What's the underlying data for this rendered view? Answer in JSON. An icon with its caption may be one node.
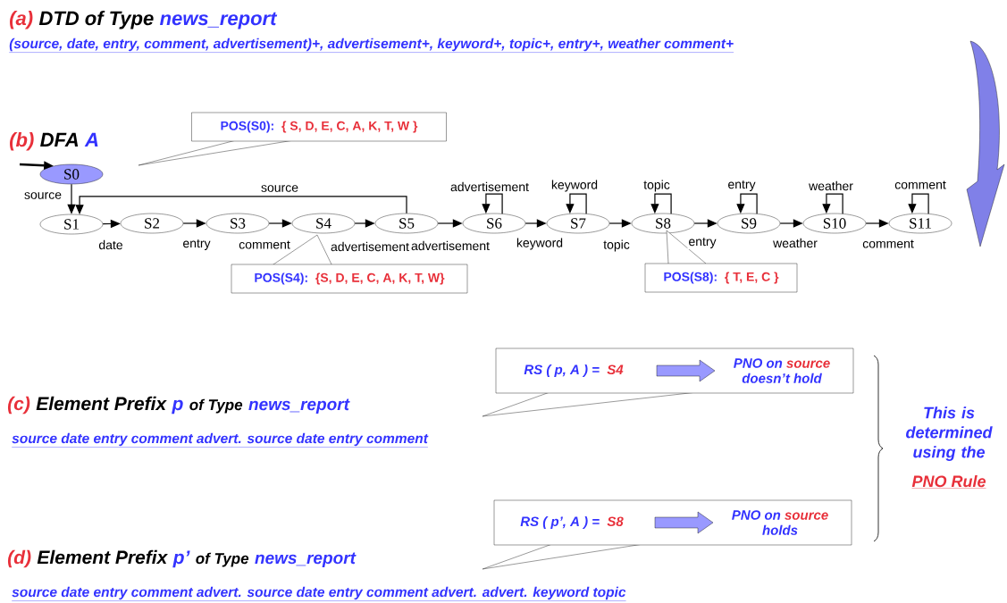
{
  "diagram": {
    "nodes": [
      {
        "text": [
          "S0"
        ]
      },
      {
        "text": [
          "S1"
        ]
      },
      {
        "text": [
          "S2"
        ]
      },
      {
        "text": [
          "S3"
        ]
      },
      {
        "text": [
          "S4"
        ]
      },
      {
        "text": [
          "S5"
        ]
      },
      {
        "text": [
          "S6"
        ]
      },
      {
        "text": [
          "S7"
        ]
      },
      {
        "text": [
          "S8"
        ]
      },
      {
        "text": [
          "S9"
        ]
      },
      {
        "text": [
          "S10"
        ]
      },
      {
        "text": [
          "S11"
        ]
      },
      {
        "text": [
          "POS(S0):",
          "{ S, D, E, C, A, K, T, W }"
        ]
      },
      {
        "text": [
          "POS(S4):",
          "{S, D, E, C, A, K, T, W}"
        ]
      },
      {
        "text": [
          "POS(S8):",
          "{ T, E, C }"
        ]
      },
      {
        "text": [
          "RS ( p, A ) =",
          "S4",
          "PNO on",
          "source",
          "doesn’t hold"
        ]
      },
      {
        "text": [
          "RS ( p’, A ) =",
          "S8",
          "PNO on",
          "source",
          "holds"
        ]
      }
    ],
    "edges": [
      {
        "from": null,
        "to": 0,
        "arrow": "to"
      },
      {
        "from": 0,
        "to": 1,
        "arrow": "to",
        "label": "source"
      },
      {
        "from": 1,
        "to": 2,
        "arrow": "to",
        "label": "date"
      },
      {
        "from": 2,
        "to": 3,
        "arrow": "to",
        "label": "entry"
      },
      {
        "from": 3,
        "to": 4,
        "arrow": "to",
        "label": "comment"
      },
      {
        "from": 4,
        "to": 5,
        "arrow": "to",
        "label": "advertisement"
      },
      {
        "from": 5,
        "to": 1,
        "arrow": "to",
        "label": "source"
      },
      {
        "from": 5,
        "to": 6,
        "arrow": "to",
        "label": "advertisement"
      },
      {
        "from": 6,
        "to": 6,
        "arrow": "to",
        "label": "advertisement"
      },
      {
        "from": 6,
        "to": 7,
        "arrow": "to",
        "label": "keyword"
      },
      {
        "from": 7,
        "to": 7,
        "arrow": "to",
        "label": "keyword"
      },
      {
        "from": 7,
        "to": 8,
        "arrow": "to",
        "label": "topic"
      },
      {
        "from": 8,
        "to": 8,
        "arrow": "to",
        "label": "topic"
      },
      {
        "from": 8,
        "to": 9,
        "arrow": "to",
        "label": "entry"
      },
      {
        "from": 9,
        "to": 9,
        "arrow": "to",
        "label": "entry"
      },
      {
        "from": 9,
        "to": 10,
        "arrow": "to",
        "label": "weather"
      },
      {
        "from": 10,
        "to": 10,
        "arrow": "to",
        "label": "weather"
      },
      {
        "from": 10,
        "to": 11,
        "arrow": "to",
        "label": "comment"
      },
      {
        "from": 11,
        "to": 11,
        "arrow": "to",
        "label": "comment"
      }
    ],
    "labels": [
      "(a)",
      "DTD of Type",
      "news_report",
      "(source, date, entry, comment, advertisement)+, advertisement+, keyword+, topic+, entry+, weather comment+",
      "(b)",
      "DFA",
      "A",
      "(c)",
      "Element Prefix",
      "p",
      "of Type",
      "news_report",
      "source date entry comment advert. source date entry comment",
      "This is determined using the",
      "PNO Rule",
      "(d)",
      "Element Prefix",
      "p’",
      "of Type",
      "news_report",
      "source date entry comment advert. source date entry comment advert. advert. keyword topic"
    ]
  }
}
